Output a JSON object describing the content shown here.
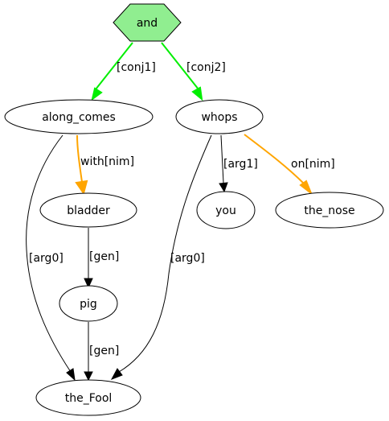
{
  "nodes": [
    {
      "id": "and",
      "label": "and",
      "shape": "hexagon",
      "fill": "#90ee90"
    },
    {
      "id": "along_comes",
      "label": "along_comes",
      "shape": "ellipse",
      "fill": "#ffffff"
    },
    {
      "id": "whops",
      "label": "whops",
      "shape": "ellipse",
      "fill": "#ffffff"
    },
    {
      "id": "bladder",
      "label": "bladder",
      "shape": "ellipse",
      "fill": "#ffffff"
    },
    {
      "id": "you",
      "label": "you",
      "shape": "ellipse",
      "fill": "#ffffff"
    },
    {
      "id": "the_nose",
      "label": "the_nose",
      "shape": "ellipse",
      "fill": "#ffffff"
    },
    {
      "id": "pig",
      "label": "pig",
      "shape": "ellipse",
      "fill": "#ffffff"
    },
    {
      "id": "the_Fool",
      "label": "the_Fool",
      "shape": "ellipse",
      "fill": "#ffffff"
    }
  ],
  "edges": [
    {
      "from": "and",
      "to": "along_comes",
      "label": "[conj1]",
      "color": "#00ee00"
    },
    {
      "from": "and",
      "to": "whops",
      "label": "[conj2]",
      "color": "#00ee00"
    },
    {
      "from": "along_comes",
      "to": "bladder",
      "label": "with[nim]",
      "color": "#ffa500"
    },
    {
      "from": "along_comes",
      "to": "the_Fool",
      "label": "[arg0]",
      "color": "#000000"
    },
    {
      "from": "bladder",
      "to": "pig",
      "label": "[gen]",
      "color": "#000000"
    },
    {
      "from": "pig",
      "to": "the_Fool",
      "label": "[gen]",
      "color": "#000000"
    },
    {
      "from": "whops",
      "to": "you",
      "label": "[arg1]",
      "color": "#000000"
    },
    {
      "from": "whops",
      "to": "the_nose",
      "label": "on[nim]",
      "color": "#ffa500"
    },
    {
      "from": "whops",
      "to": "the_Fool",
      "label": "[arg0]",
      "color": "#000000"
    }
  ]
}
